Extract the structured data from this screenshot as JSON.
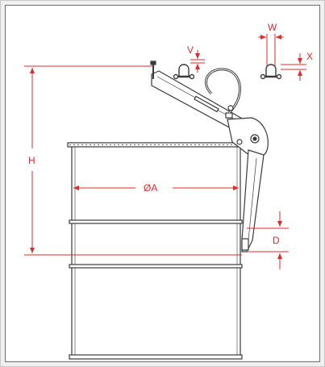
{
  "labels": {
    "height": "H",
    "diameter": "ØA",
    "depth": "D",
    "shackle_gap": "V",
    "shackle_width": "W",
    "shackle_offset": "X"
  },
  "colors": {
    "dimension": "#e0292b",
    "drawing": "#3a3a3a",
    "border": "#6e6e6e"
  }
}
